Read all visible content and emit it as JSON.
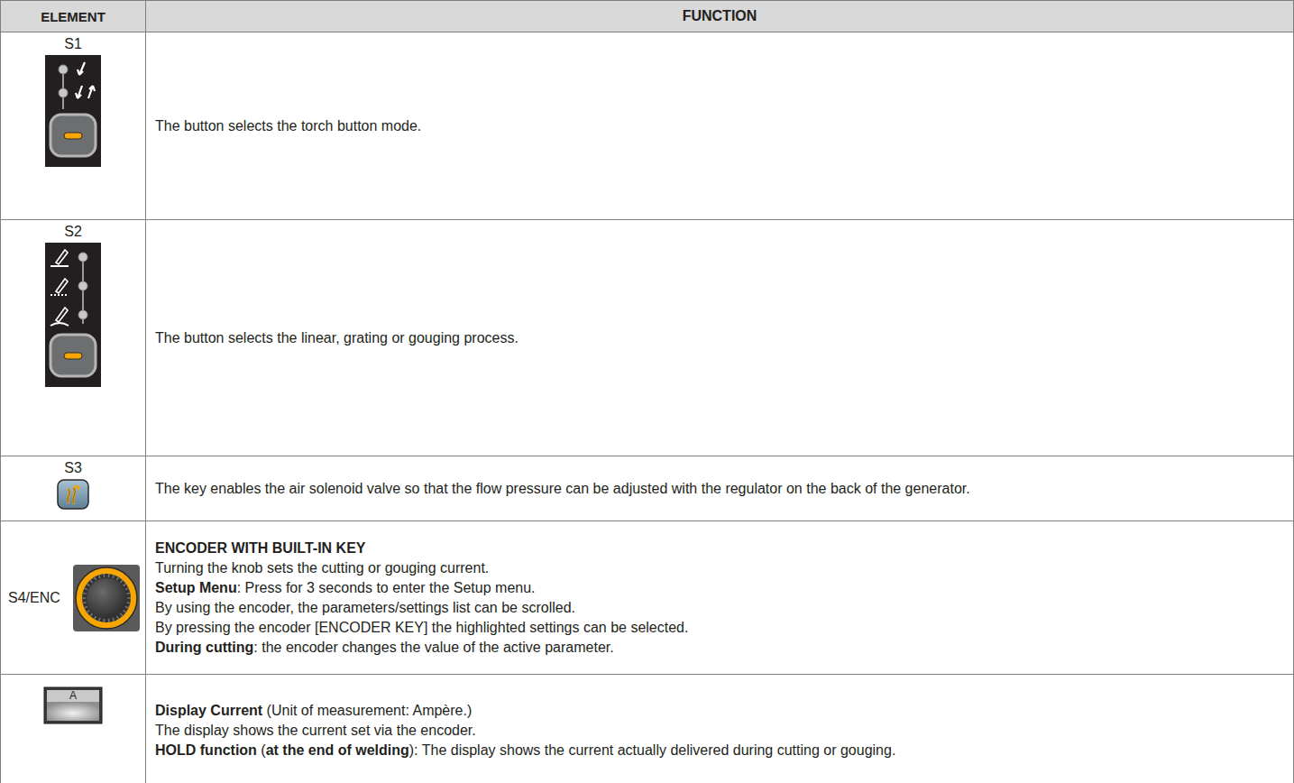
{
  "diagram": {
    "labels": [
      "ELEMENT",
      "FUNCTION",
      "S1",
      "The button selects the torch button mode.",
      "S2",
      "The button selects the linear, grating or gouging process.",
      "S3",
      "The key enables the air solenoid valve so that the flow pressure can be adjusted with the regulator on the back of the generator.",
      "S4/ENC",
      "ENCODER WITH BUILT-IN KEY",
      "Turning the knob sets the cutting or gouging current.",
      "Setup Menu",
      ": Press for 3 seconds to enter the Setup menu.",
      "By using the encoder, the parameters/settings list can be scrolled.",
      "By pressing the encoder [ENCODER KEY] the highlighted settings can be selected.",
      "During cutting",
      ": the encoder changes the value of the active parameter.",
      "A",
      "Display Current",
      "(Unit of measurement: Ampère.)",
      "The display shows the current set via the encoder.",
      "HOLD function",
      "(",
      "at the end of welding",
      "): The display shows the current actually delivered during cutting or gouging."
    ]
  }
}
